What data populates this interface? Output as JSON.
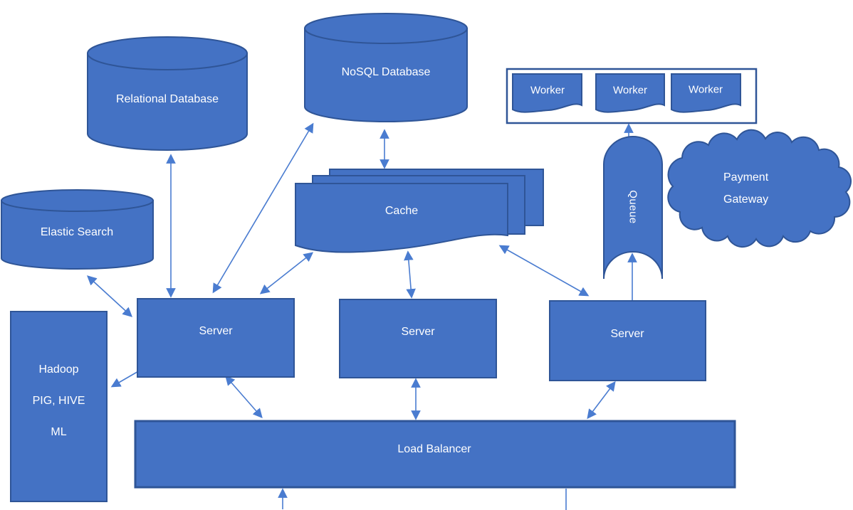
{
  "diagram": {
    "colors": {
      "node_fill": "#4472c4",
      "node_stroke": "#2f5597",
      "connector": "#4a7cd0",
      "label_text": "#ffffff",
      "background": "#ffffff"
    },
    "nodes": {
      "relational_db": {
        "label": "Relational Database",
        "shape": "cylinder"
      },
      "nosql_db": {
        "label": "NoSQL Database",
        "shape": "cylinder"
      },
      "elastic_search": {
        "label": "Elastic Search",
        "shape": "cylinder"
      },
      "cache": {
        "label": "Cache",
        "shape": "multidocument"
      },
      "workers": {
        "shape": "document",
        "items": [
          {
            "label": "Worker"
          },
          {
            "label": "Worker"
          },
          {
            "label": "Worker"
          }
        ]
      },
      "queue": {
        "label": "Queue",
        "shape": "open-can"
      },
      "payment_gateway": {
        "shape": "cloud",
        "lines": [
          "Payment",
          "Gateway"
        ]
      },
      "hadoop": {
        "shape": "rectangle",
        "lines": [
          "Hadoop",
          "PIG, HIVE",
          "ML"
        ]
      },
      "server_1": {
        "label": "Server",
        "shape": "rectangle"
      },
      "server_2": {
        "label": "Server",
        "shape": "rectangle"
      },
      "server_3": {
        "label": "Server",
        "shape": "rectangle"
      },
      "load_balancer": {
        "label": "Load Balancer",
        "shape": "rectangle"
      }
    },
    "connections": [
      {
        "from": "relational-database",
        "to": "server-1",
        "arrows": "both"
      },
      {
        "from": "nosql-database",
        "to": "server-1",
        "arrows": "both"
      },
      {
        "from": "nosql-database",
        "to": "cache",
        "arrows": "both"
      },
      {
        "from": "cache",
        "to": "server-1",
        "arrows": "both"
      },
      {
        "from": "cache",
        "to": "server-2",
        "arrows": "both"
      },
      {
        "from": "cache",
        "to": "server-3",
        "arrows": "both"
      },
      {
        "from": "elastic-search",
        "to": "server-1",
        "arrows": "both"
      },
      {
        "from": "server-1",
        "to": "hadoop",
        "arrows": "single"
      },
      {
        "from": "server-1",
        "to": "load-balancer",
        "arrows": "both"
      },
      {
        "from": "server-2",
        "to": "load-balancer",
        "arrows": "both"
      },
      {
        "from": "server-3",
        "to": "load-balancer",
        "arrows": "both"
      },
      {
        "from": "server-3",
        "to": "queue",
        "arrows": "single"
      },
      {
        "from": "queue",
        "to": "workers",
        "arrows": "single"
      },
      {
        "from": "external",
        "to": "load-balancer",
        "arrows": "single"
      }
    ]
  }
}
